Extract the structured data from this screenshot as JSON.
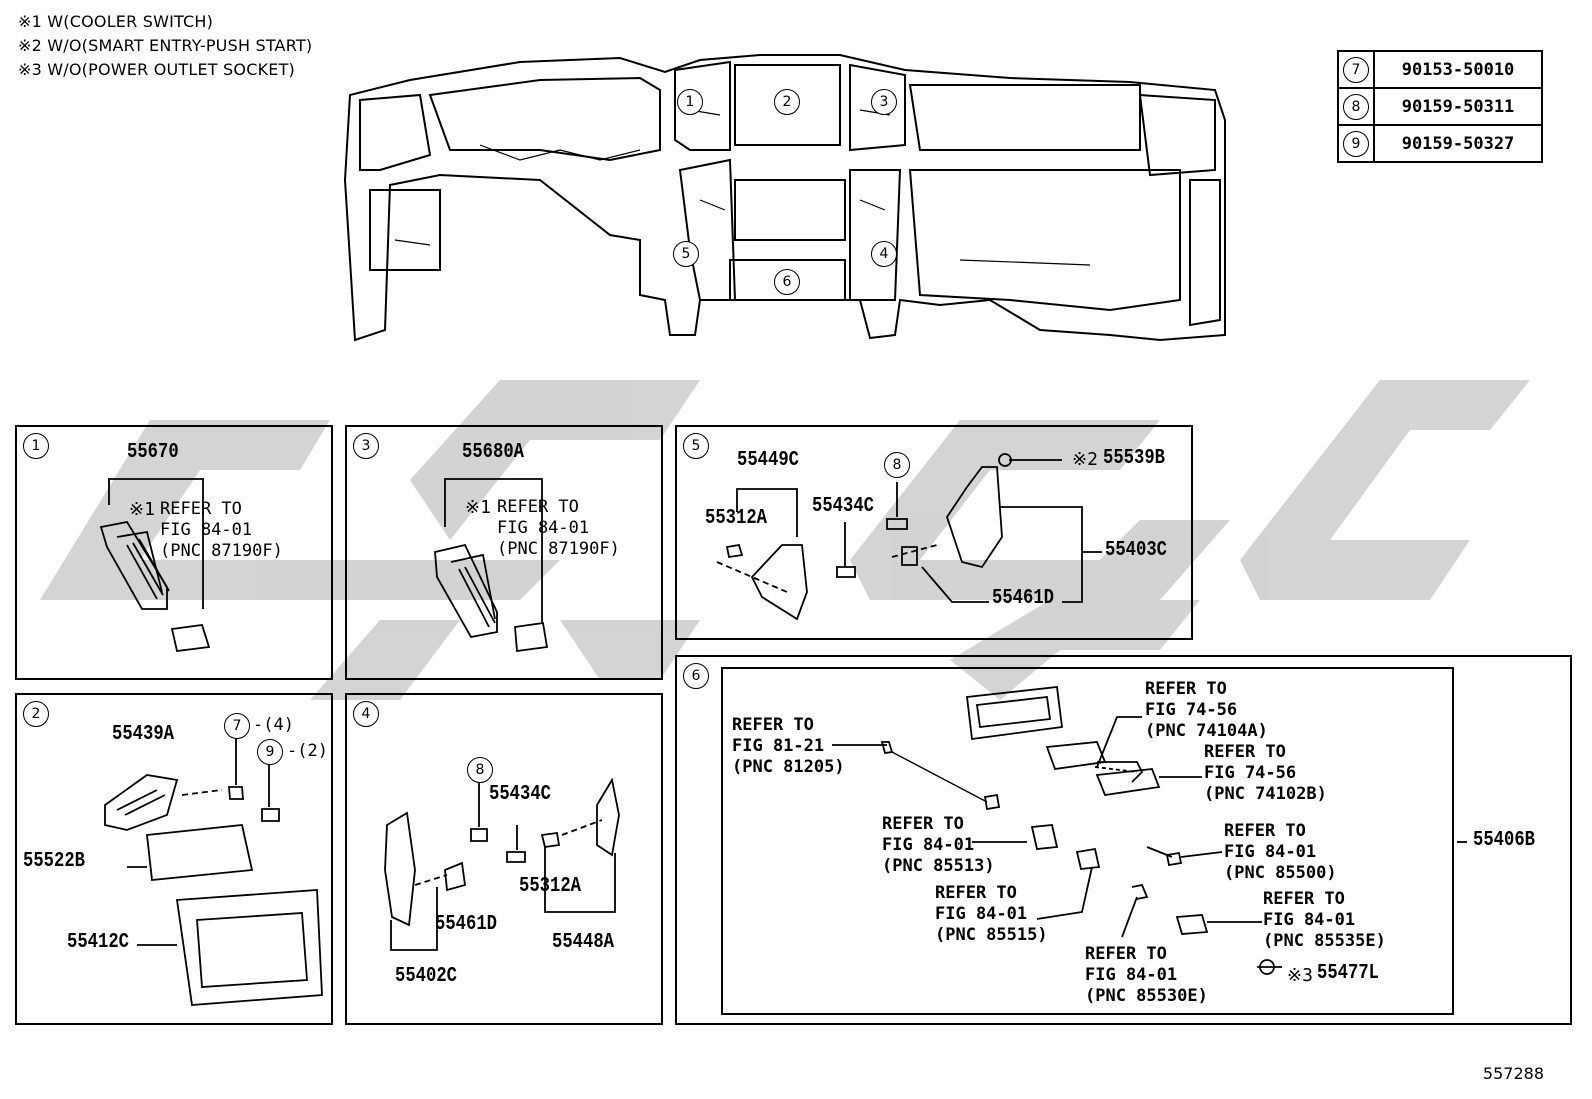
{
  "notes": [
    "※1 W(COOLER SWITCH)",
    "※2 W/O(SMART ENTRY-PUSH START)",
    "※3 W/O(POWER OUTLET SOCKET)"
  ],
  "ref_table": [
    {
      "num": "7",
      "code": "90153-50010"
    },
    {
      "num": "8",
      "code": "90159-50311"
    },
    {
      "num": "9",
      "code": "90159-50327"
    }
  ],
  "overview_callouts": [
    "1",
    "2",
    "3",
    "4",
    "5",
    "6"
  ],
  "panels": {
    "p1": {
      "num": "1",
      "part": "55670",
      "note_mark": "※1",
      "refer": "REFER TO\nFIG 84-01\n(PNC 87190F)"
    },
    "p3": {
      "num": "3",
      "part": "55680A",
      "note_mark": "※1",
      "refer": "REFER TO\nFIG 84-01\n(PNC 87190F)"
    },
    "p5": {
      "num": "5",
      "parts": {
        "a": "55449C",
        "b": "55312A",
        "c": "55434C",
        "d": "55539B",
        "d_mark": "※2",
        "e": "55403C",
        "f": "55461D",
        "callout": "8"
      }
    },
    "p2": {
      "num": "2",
      "parts": {
        "a": "55439A",
        "b": "55522B",
        "c": "55412C"
      },
      "callout7": "7",
      "qty7": "-(4)",
      "callout9": "9",
      "qty9": "-(2)"
    },
    "p4": {
      "num": "4",
      "parts": {
        "a": "55434C",
        "b": "55312A",
        "c": "55461D",
        "d": "55448A",
        "e": "55402C"
      },
      "callout": "8"
    },
    "p6": {
      "num": "6",
      "part": "55406B",
      "mark3": "※3",
      "part2": "55477L",
      "refers": [
        "REFER TO\nFIG 74-56\n(PNC 74104A)",
        "REFER TO\nFIG 74-56\n(PNC 74102B)",
        "REFER TO\nFIG 81-21\n(PNC 81205)",
        "REFER TO\nFIG 84-01\n(PNC 85513)",
        "REFER TO\nFIG 84-01\n(PNC 85500)",
        "REFER TO\nFIG 84-01\n(PNC 85515)",
        "REFER TO\nFIG 84-01\n(PNC 85535E)",
        "REFER TO\nFIG 84-01\n(PNC 85530E)"
      ]
    }
  },
  "figure_code": "557288",
  "colors": {
    "ink": "#000000",
    "watermark": "#cccccc"
  }
}
